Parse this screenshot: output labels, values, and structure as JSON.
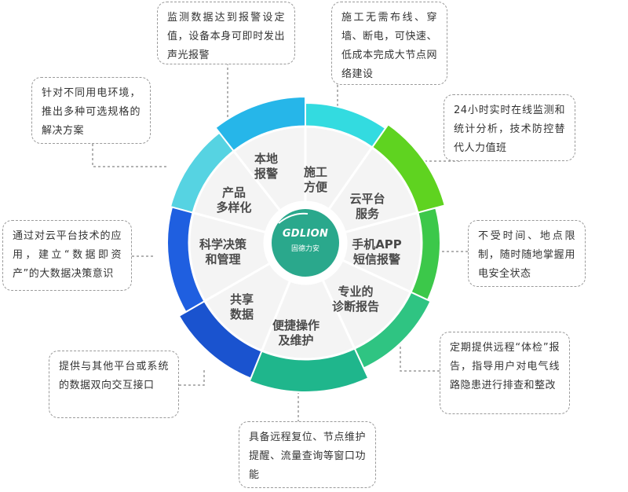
{
  "logo": {
    "brand": "GDLION",
    "subtitle": "固德力安",
    "color": "#2aa88c"
  },
  "segments": [
    {
      "label": "施工\n方便"
    },
    {
      "label": "云平台\n服务"
    },
    {
      "label": "手机APP\n短信报警"
    },
    {
      "label": "专业的\n诊断报告"
    },
    {
      "label": "便捷操作\n及维护"
    },
    {
      "label": "共享\n数据"
    },
    {
      "label": "科学决策\n和管理"
    },
    {
      "label": "产品\n多样化"
    },
    {
      "label": "本地\n报警"
    }
  ],
  "callouts": [
    {
      "text": "监测数据达到报警设定值，设备本身可即时发出声光报警"
    },
    {
      "text": "施工无需布线、穿墙、断电，可快速、低成本完成大节点网络建设"
    },
    {
      "text": "针对不同用电环境，推出多种可选规格的解决方案"
    },
    {
      "text": "24小时实时在线监测和统计分析，技术防控替代人力值班"
    },
    {
      "text": "通过对云平台技术的应用，建立“数据即资产”的大数据决策意识"
    },
    {
      "text": "不受时间、地点限制，随时随地掌握用电安全状态"
    },
    {
      "text": "定期提供远程“体检”报告，指导用户对电气线路隐患进行排查和整改"
    },
    {
      "text": "提供与其他平台或系统的数据双向交互接口"
    },
    {
      "text": "具备远程复位、节点维护提醒、流量查询等窗口功能"
    }
  ],
  "colors": {
    "cyan": "#33dbe0",
    "lime": "#5fd320",
    "green": "#3cc84a",
    "teal": "#2fc482",
    "tealDark": "#1fb68c",
    "blue": "#1f5fe0",
    "blueDark": "#1a53cf",
    "aqua": "#56d3e2",
    "sky": "#26b6e9",
    "inner": "#f4f4f4",
    "text": "#4a4a4a"
  }
}
